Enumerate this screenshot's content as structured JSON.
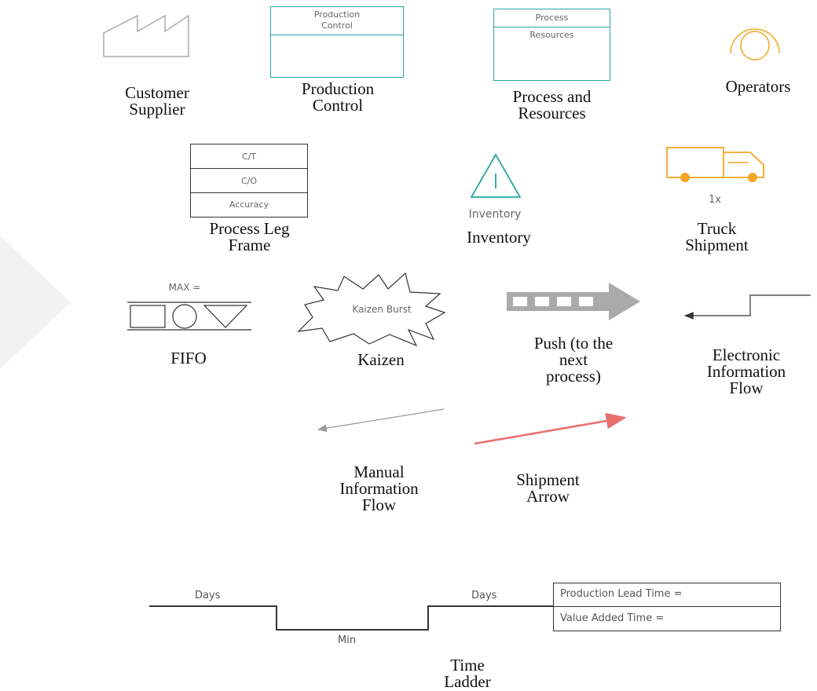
{
  "symbols": {
    "customer_supplier": {
      "label": "Customer\nSupplier"
    },
    "production_control": {
      "label": "Production\nControl",
      "box_text": "Production\nControl"
    },
    "process_resources": {
      "label": "Process and\nResources",
      "box_header": "Process",
      "box_sub": "Resources"
    },
    "operators": {
      "label": "Operators"
    },
    "process_leg_frame": {
      "label": "Process Leg\nFrame",
      "rows": [
        "C/T",
        "C/O",
        "Accuracy"
      ]
    },
    "inventory": {
      "label": "Inventory",
      "symbol_text": "Inventory"
    },
    "truck_shipment": {
      "label": "Truck\nShipment",
      "count": "1x"
    },
    "fifo": {
      "label": "FIFO",
      "max_text": "MAX ="
    },
    "kaizen": {
      "label": "Kaizen",
      "burst_text": "Kaizen Burst"
    },
    "push": {
      "label": "Push (to the\nnext\nprocess)"
    },
    "electronic_info": {
      "label": "Electronic\nInformation\nFlow"
    },
    "manual_info": {
      "label": "Manual\nInformation\nFlow"
    },
    "shipment_arrow": {
      "label": "Shipment\nArrow"
    }
  },
  "time_ladder": {
    "label": "Time\nLadder",
    "days_left": "Days",
    "min": "Min",
    "days_right": "Days",
    "lead_time": "Production Lead Time =",
    "value_added": "Value Added Time ="
  },
  "colors": {
    "teal": "#2aa6a0",
    "orange": "#f5a623",
    "gray": "#999999",
    "pink": "#e8706e",
    "dark": "#333333"
  }
}
